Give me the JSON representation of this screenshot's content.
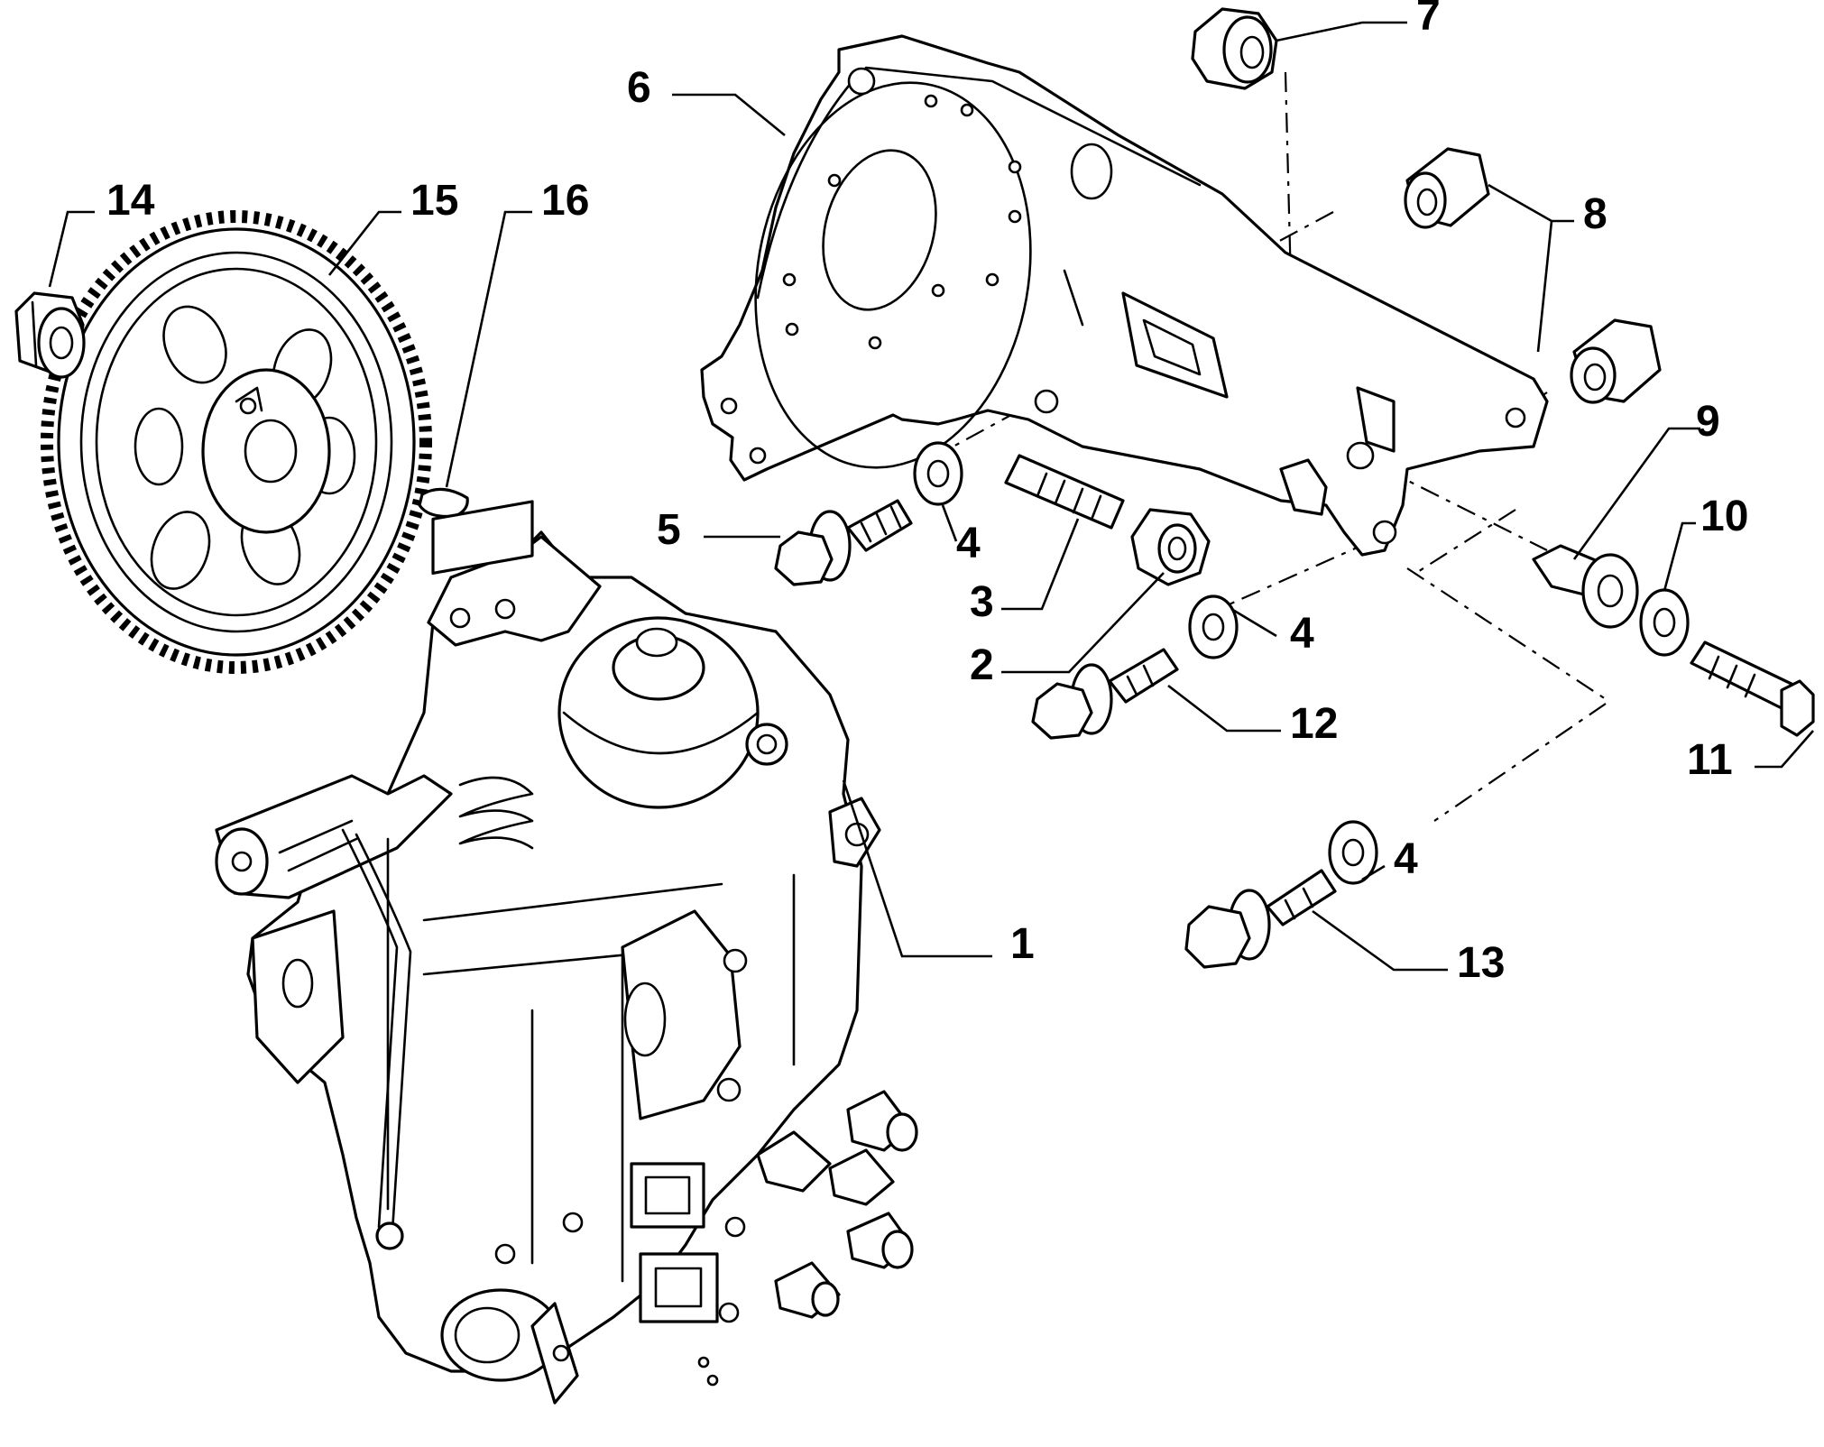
{
  "callouts": [
    {
      "id": "c1",
      "text": "1"
    },
    {
      "id": "c2",
      "text": "2"
    },
    {
      "id": "c3",
      "text": "3"
    },
    {
      "id": "c4a",
      "text": "4"
    },
    {
      "id": "c4b",
      "text": "4"
    },
    {
      "id": "c4c",
      "text": "4"
    },
    {
      "id": "c5",
      "text": "5"
    },
    {
      "id": "c6",
      "text": "6"
    },
    {
      "id": "c7",
      "text": "7"
    },
    {
      "id": "c8",
      "text": "8"
    },
    {
      "id": "c9",
      "text": "9"
    },
    {
      "id": "c10",
      "text": "10"
    },
    {
      "id": "c11",
      "text": "11"
    },
    {
      "id": "c12",
      "text": "12"
    },
    {
      "id": "c13",
      "text": "13"
    },
    {
      "id": "c14",
      "text": "14"
    },
    {
      "id": "c15",
      "text": "15"
    },
    {
      "id": "c16",
      "text": "16"
    }
  ],
  "colors": {
    "line": "#000000",
    "background": "#ffffff"
  }
}
